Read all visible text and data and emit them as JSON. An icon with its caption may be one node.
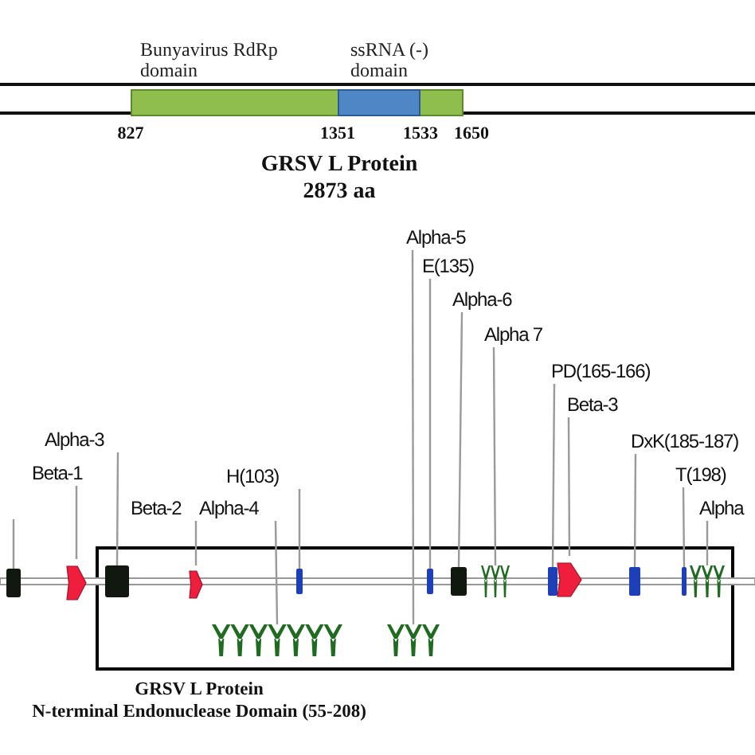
{
  "diagram": {
    "nodes": [
      {
        "text": [
          "Bunyavirus RdRp domain"
        ]
      },
      {
        "text": [
          "ssRNA (-) domain"
        ],
        "in": 0
      },
      {
        "text": [
          "GRSV L Protein",
          "N-terminal Endonuclease Domain (55-208)"
        ]
      },
      {
        "text": [],
        "shape": "box"
      },
      {
        "text": [],
        "shape": "arrow"
      },
      {
        "text": [],
        "shape": "box",
        "in": 2
      },
      {
        "text": [],
        "shape": "arrow",
        "in": 2
      },
      {
        "text": [],
        "shape": "helix",
        "in": 2
      },
      {
        "text": [],
        "shape": "bar",
        "in": 2
      },
      {
        "text": [],
        "shape": "helix",
        "in": 2
      },
      {
        "text": [],
        "shape": "bar",
        "in": 2
      },
      {
        "text": [],
        "shape": "box",
        "in": 2
      },
      {
        "text": [],
        "shape": "helix",
        "in": 2
      },
      {
        "text": [],
        "shape": "bar",
        "in": 2
      },
      {
        "text": [],
        "shape": "arrow",
        "in": 2
      },
      {
        "text": [],
        "shape": "bar",
        "in": 2
      },
      {
        "text": [],
        "shape": "bar",
        "in": 2
      },
      {
        "text": [],
        "shape": "helix",
        "in": 2
      },
      {
        "text": [
          "Beta-1"
        ]
      },
      {
        "text": [
          "Alpha-3"
        ]
      },
      {
        "text": [
          "Beta-2"
        ]
      },
      {
        "text": [
          "Alpha-4"
        ]
      },
      {
        "text": [
          "H(103)"
        ]
      },
      {
        "text": [
          "Alpha-5"
        ]
      },
      {
        "text": [
          "E(135)"
        ]
      },
      {
        "text": [
          "Alpha-6"
        ]
      },
      {
        "text": [
          "Alpha 7"
        ]
      },
      {
        "text": [
          "PD(165-166)"
        ]
      },
      {
        "text": [
          "Beta-3"
        ]
      },
      {
        "text": [
          "DxK(185-187)"
        ]
      },
      {
        "text": [
          "T(198)"
        ]
      },
      {
        "text": [
          "Alpha"
        ]
      }
    ],
    "edges": [
      {
        "from": null,
        "to": 3,
        "arrow": "none"
      },
      {
        "from": 18,
        "to": 4,
        "arrow": "none"
      },
      {
        "from": 19,
        "to": 5,
        "arrow": "none"
      },
      {
        "from": 20,
        "to": 6,
        "arrow": "none"
      },
      {
        "from": 21,
        "to": 7,
        "arrow": "none"
      },
      {
        "from": 22,
        "to": 8,
        "arrow": "none"
      },
      {
        "from": 23,
        "to": 9,
        "arrow": "none"
      },
      {
        "from": 24,
        "to": 10,
        "arrow": "none"
      },
      {
        "from": 25,
        "to": 11,
        "arrow": "none"
      },
      {
        "from": 26,
        "to": 12,
        "arrow": "none"
      },
      {
        "from": 27,
        "to": 13,
        "arrow": "none"
      },
      {
        "from": 28,
        "to": 14,
        "arrow": "none"
      },
      {
        "from": 29,
        "to": 15,
        "arrow": "none"
      },
      {
        "from": 30,
        "to": 16,
        "arrow": "none"
      },
      {
        "from": 31,
        "to": 17,
        "arrow": "none"
      }
    ],
    "labels": [
      "827",
      "1351",
      "1533",
      "1650",
      "GRSV L Protein",
      "2873 aa"
    ]
  }
}
